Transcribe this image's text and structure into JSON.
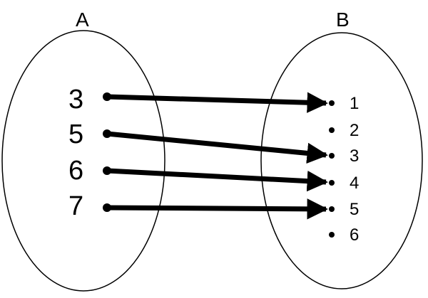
{
  "sets": {
    "domain": {
      "label": "A",
      "elements": [
        "3",
        "5",
        "6",
        "7"
      ]
    },
    "codomain": {
      "label": "B",
      "elements": [
        "1",
        "2",
        "3",
        "4",
        "5",
        "6"
      ]
    }
  },
  "mappings": [
    {
      "from": "3",
      "to": "1"
    },
    {
      "from": "5",
      "to": "3"
    },
    {
      "from": "6",
      "to": "4"
    },
    {
      "from": "7",
      "to": "5"
    }
  ],
  "colors": {
    "stroke": "#000000",
    "background": "#ffffff"
  }
}
